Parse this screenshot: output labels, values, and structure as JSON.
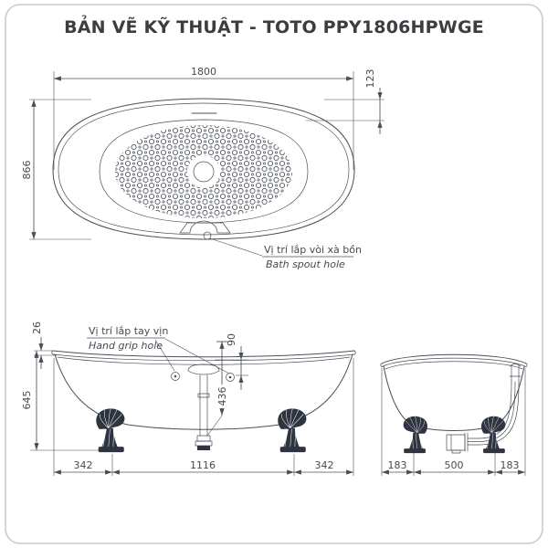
{
  "title": "BẢN VẼ KỸ THUẬT - TOTO PPY1806HPWGE",
  "top_view": {
    "dim_width": "1800",
    "dim_height": "866",
    "dim_rim_inset": "123",
    "spout_label_vi": "Vị trí lắp vòi xà bồn",
    "spout_label_en": "Bath spout hole"
  },
  "side_view": {
    "dim_rim_thickness": "26",
    "dim_height": "645",
    "dim_grip_depth": "90",
    "dim_drain_depth": "436",
    "dim_left_foot": "342",
    "dim_feet_span": "1116",
    "dim_right_foot": "342",
    "grip_label_vi": "Vị trí lắp tay vịn",
    "grip_label_en": "Hand grip hole"
  },
  "end_view": {
    "dim_left": "183",
    "dim_center": "500",
    "dim_right": "183"
  },
  "colors": {
    "line": "#4a4f57",
    "title": "#3a3d42",
    "border": "#c9ccd0",
    "foot": "#2f3540"
  }
}
